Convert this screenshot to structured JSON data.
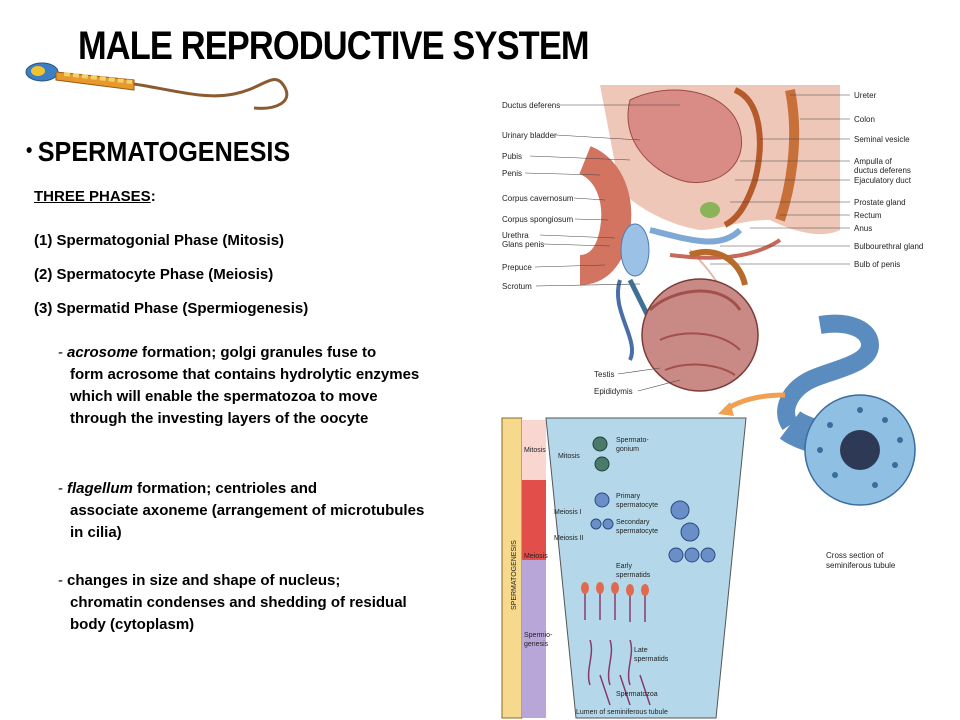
{
  "slide": {
    "title": "MALE REPRODUCTIVE SYSTEM",
    "heading": "SPERMATOGENESIS",
    "bullet": "•",
    "phases_label": "THREE PHASES",
    "phases_colon": ":",
    "phases": [
      "(1) Spermatogonial Phase (Mitosis)",
      "(2) Spermatocyte Phase (Meiosis)",
      "(3) Spermatid Phase (Spermiogenesis)"
    ],
    "details": [
      {
        "dash": "-",
        "term": "acrosome",
        "first": " formation; golgi granules fuse to",
        "rest": "form acrosome that contains hydrolytic enzymes which will enable the spermatozoa to move through the investing layers of the oocyte"
      },
      {
        "dash": "-",
        "term": "flagellum",
        "first": " formation; centrioles and",
        "rest": "associate axoneme (arrangement of microtubules in cilia)"
      },
      {
        "dash": "-",
        "term": "",
        "first": "changes in size and shape of nucleus;",
        "rest": "chromatin condenses and shedding of residual body (cytoplasm)"
      }
    ]
  },
  "figure": {
    "anatomy_left_labels": [
      "Ductus deferens",
      "Urinary bladder",
      "Pubis",
      "Penis",
      "Corpus cavernosum",
      "Corpus spongiosum",
      "Urethra",
      "Glans penis",
      "Prepuce",
      "Scrotum"
    ],
    "anatomy_right_labels": [
      "Ureter",
      "Colon",
      "Seminal vesicle",
      "Ampulla of",
      "ductus deferens",
      "Ejaculatory duct",
      "Prostate gland",
      "Rectum",
      "Anus",
      "Bulbourethral gland",
      "Bulb of penis"
    ],
    "testis_labels": [
      "Testis",
      "Epididymis"
    ],
    "cross_section_label_1": "Cross section of",
    "cross_section_label_2": "seminiferous tubule",
    "tubule": {
      "side_label": "SPERMATOGENESIS",
      "stage_labels": [
        "Mitosis",
        "Meiosis",
        "Spermio-",
        "genesis"
      ],
      "cell_labels": [
        "Mitosis",
        "Spermato-",
        "gonium",
        "Primary",
        "spermatocyte",
        "Meiosis I",
        "Secondary",
        "spermatocyte",
        "Meiosis II",
        "Early",
        "spermatids",
        "Late",
        "spermatids",
        "Spermatozoa"
      ],
      "lumen_label": "Lumen of seminiferous tubule"
    },
    "icons": [
      "sperm-icon",
      "arrow-icon"
    ]
  }
}
